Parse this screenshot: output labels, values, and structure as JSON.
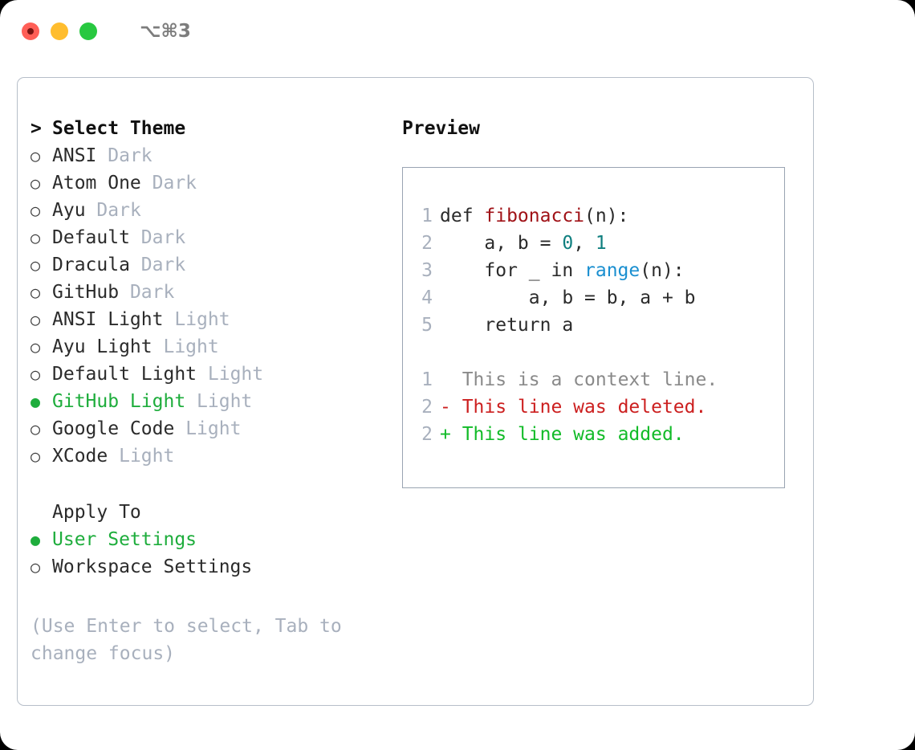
{
  "window": {
    "shortcut": "⌥⌘3",
    "traffic_lights": [
      "close",
      "minimize",
      "zoom"
    ]
  },
  "colors": {
    "accent_green": "#1ead3c",
    "muted": "#a8b0bd",
    "text": "#2b2b2b",
    "diff_add": "#12bb28",
    "diff_del": "#cc1f1f",
    "fn": "#a01217",
    "num": "#0f7f7f",
    "builtin": "#1a8fd0"
  },
  "theme_list": {
    "title": "Select Theme",
    "caret": ">",
    "marker_unselected": "○",
    "marker_selected": "●",
    "items": [
      {
        "name": "ANSI",
        "variant": "Dark",
        "selected": false
      },
      {
        "name": "Atom One",
        "variant": "Dark",
        "selected": false
      },
      {
        "name": "Ayu",
        "variant": "Dark",
        "selected": false
      },
      {
        "name": "Default",
        "variant": "Dark",
        "selected": false
      },
      {
        "name": "Dracula",
        "variant": "Dark",
        "selected": false
      },
      {
        "name": "GitHub",
        "variant": "Dark",
        "selected": false
      },
      {
        "name": "ANSI Light",
        "variant": "Light",
        "selected": false
      },
      {
        "name": "Ayu Light",
        "variant": "Light",
        "selected": false
      },
      {
        "name": "Default Light",
        "variant": "Light",
        "selected": false
      },
      {
        "name": "GitHub Light",
        "variant": "Light",
        "selected": true
      },
      {
        "name": "Google Code",
        "variant": "Light",
        "selected": false
      },
      {
        "name": "XCode",
        "variant": "Light",
        "selected": false
      }
    ]
  },
  "apply_to": {
    "title": "Apply To",
    "options": [
      {
        "label": "User Settings",
        "selected": true
      },
      {
        "label": "Workspace Settings",
        "selected": false
      }
    ]
  },
  "hint": "(Use Enter to select, Tab to change focus)",
  "preview": {
    "title": "Preview",
    "code_lines": [
      {
        "ln": "1",
        "segments": [
          {
            "t": "def ",
            "c": "plain"
          },
          {
            "t": "fibonacci",
            "c": "fn"
          },
          {
            "t": "(n):",
            "c": "plain"
          }
        ]
      },
      {
        "ln": "2",
        "segments": [
          {
            "t": "    a, b = ",
            "c": "plain"
          },
          {
            "t": "0",
            "c": "num"
          },
          {
            "t": ", ",
            "c": "plain"
          },
          {
            "t": "1",
            "c": "num"
          }
        ]
      },
      {
        "ln": "3",
        "segments": [
          {
            "t": "    for _ in ",
            "c": "plain"
          },
          {
            "t": "range",
            "c": "builtin"
          },
          {
            "t": "(n):",
            "c": "plain"
          }
        ]
      },
      {
        "ln": "4",
        "segments": [
          {
            "t": "        a, b = b, a + b",
            "c": "plain"
          }
        ]
      },
      {
        "ln": "5",
        "segments": [
          {
            "t": "    return a",
            "c": "plain"
          }
        ]
      }
    ],
    "diff_lines": [
      {
        "ln": "1",
        "prefix": "  ",
        "text": "This is a context line.",
        "kind": "ctx"
      },
      {
        "ln": "2",
        "prefix": "- ",
        "text": "This line was deleted.",
        "kind": "del"
      },
      {
        "ln": "2",
        "prefix": "+ ",
        "text": "This line was added.",
        "kind": "add"
      }
    ]
  }
}
